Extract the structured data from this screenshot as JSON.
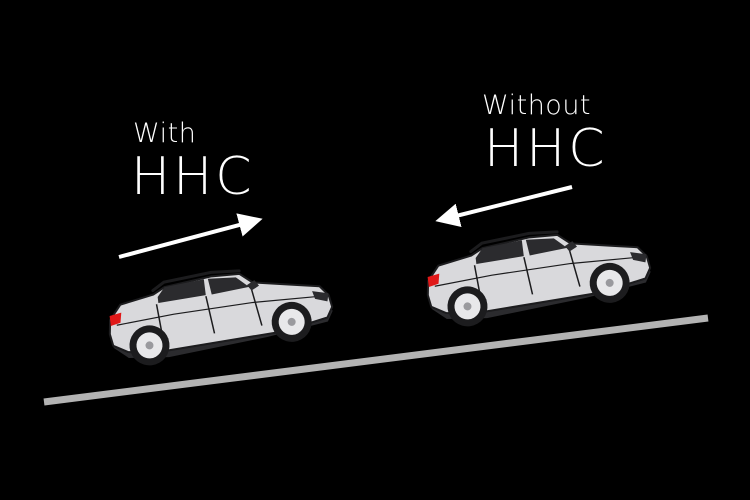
{
  "with_hhc": {
    "line1": "With",
    "line2": "HHC"
  },
  "without_hhc": {
    "line1": "Without",
    "line2": "HHC"
  },
  "colors": {
    "background": "#000000",
    "text": "#ffffff",
    "road": "#b3b3b3",
    "car_body": "#d9d9dc",
    "car_dark": "#2b2b2e",
    "tail_light": "#e01818"
  }
}
